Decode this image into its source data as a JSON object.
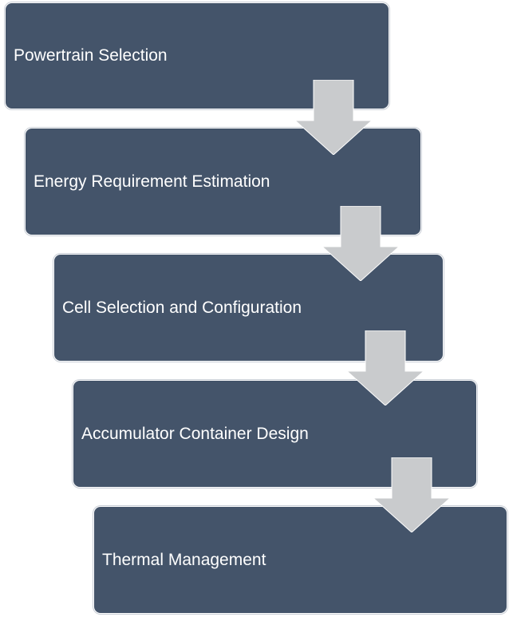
{
  "diagram": {
    "type": "vertical-process",
    "colors": {
      "box_fill": "#44546a",
      "box_text": "#ffffff",
      "arrow_fill": "#c9cbcd"
    },
    "steps": [
      {
        "label": "Powertrain Selection"
      },
      {
        "label": "Energy Requirement Estimation"
      },
      {
        "label": "Cell Selection and Configuration"
      },
      {
        "label": "Accumulator Container Design"
      },
      {
        "label": "Thermal Management"
      }
    ],
    "arrow_icon": "down-arrow-icon"
  }
}
